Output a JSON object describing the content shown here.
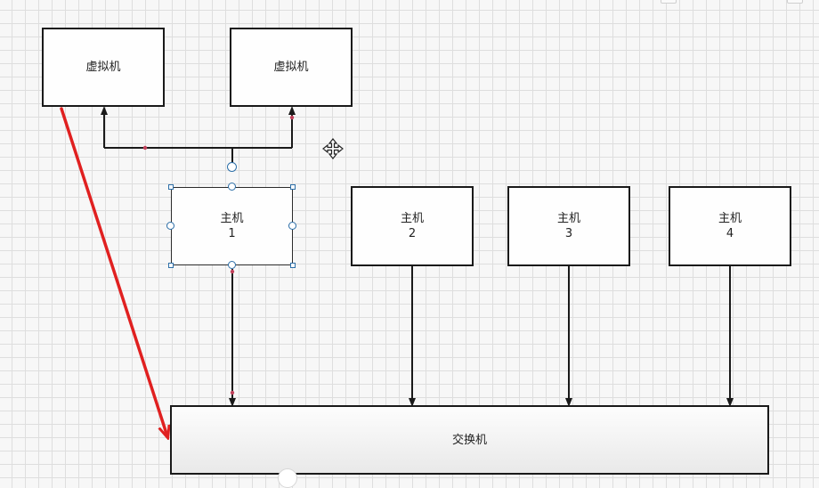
{
  "nodes": {
    "vm_left": {
      "label": "虚拟机"
    },
    "vm_right": {
      "label": "虚拟机"
    },
    "host1": {
      "line1": "主机",
      "line2": "1"
    },
    "host2": {
      "line1": "主机",
      "line2": "2"
    },
    "host3": {
      "line1": "主机",
      "line2": "3"
    },
    "host4": {
      "line1": "主机",
      "line2": "4"
    },
    "switch": {
      "label": "交换机"
    }
  },
  "colors": {
    "stroke": "#1a1a1a",
    "selection": "#2d6fa8",
    "annotation_arrow": "#e02020",
    "endpoint_dot": "#c0405a"
  }
}
